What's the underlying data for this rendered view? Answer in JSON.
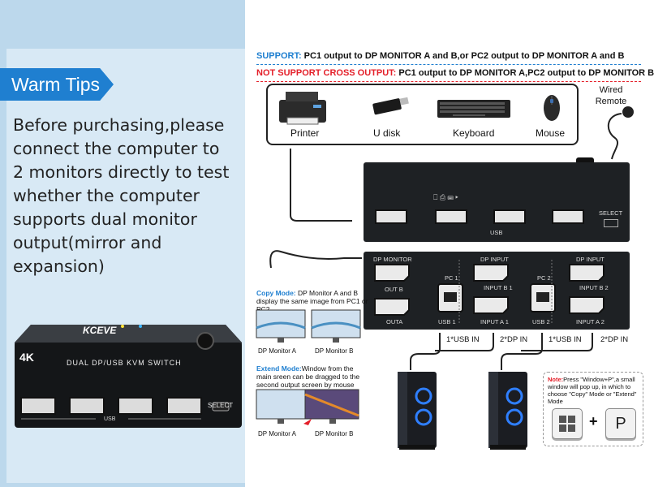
{
  "left_panel": {
    "badge": "Warm Tips",
    "tips": "Before purchasing,please\nconnect the computer to\n2 monitors directly to test\nwhether the computer\nsupports dual monitor\noutput(mirror and\nexpansion)"
  },
  "product": {
    "brand": "KCEVE",
    "res_badge": "4K",
    "model_text": "DUAL DP/USB KVM SWITCH",
    "select_label": "SELECT",
    "usb_label": "USB"
  },
  "support_line": {
    "key": "SUPPORT:",
    "value": " PC1 output to DP MONITOR A and B,or PC2 output to DP MONITOR A and B"
  },
  "not_support_line": {
    "key": "NOT SUPPORT CROSS OUTPUT:",
    "value": " PC1 output to DP MONITOR A,PC2 output to DP MONITOR B"
  },
  "peripherals": [
    {
      "label": "Printer",
      "icon": "printer-icon"
    },
    {
      "label": "U disk",
      "icon": "usb-drive-icon"
    },
    {
      "label": "Keyboard",
      "icon": "keyboard-icon"
    },
    {
      "label": "Mouse",
      "icon": "mouse-icon"
    }
  ],
  "wired_remote": "Wired\nRemote",
  "front_panel": {
    "usb_label": "USB",
    "select_label": "SELECT"
  },
  "back_panel": {
    "dp_monitor": "DP MONITOR",
    "out_b": "OUT B",
    "out_a": "OUTA",
    "pc1": "PC 1",
    "pc2": "PC 2",
    "dp_input_1": "DP INPUT",
    "dp_input_2": "DP INPUT",
    "input_b1": "INPUT B 1",
    "input_a1": "INPUT A 1",
    "input_b2": "INPUT B 2",
    "input_a2": "INPUT A 2",
    "usb1": "USB 1",
    "usb2": "USB 2"
  },
  "cable_labels": {
    "usb_in_1": "1*USB  IN",
    "dp_in_1": "2*DP  IN",
    "usb_in_2": "1*USB  IN",
    "dp_in_2": "2*DP  IN"
  },
  "copy_mode": {
    "key": "Copy Mode:",
    "text": " DP Monitor A and B display the same image from PC1 or PC2",
    "mon_a": "DP Monitor A",
    "mon_b": "DP Monitor B"
  },
  "extend_mode": {
    "key": "Extend Mode:",
    "text": "Window from the main sreen can be dragged to the second output screen by mouse",
    "mon_a": "DP Monitor A",
    "mon_b": "DP Monitor B"
  },
  "note": {
    "key": "Note:",
    "text": "Press \"Window+P\",a small window will pop up, in which to choose \"Copy\" Mode or \"Extend\" Mode",
    "key_p": "P",
    "plus": "+"
  },
  "colors": {
    "accent_blue": "#1f7fd0",
    "alert_red": "#e4202a",
    "panel_bg": "#d8e9f5",
    "device_dark": "#1e2124"
  }
}
